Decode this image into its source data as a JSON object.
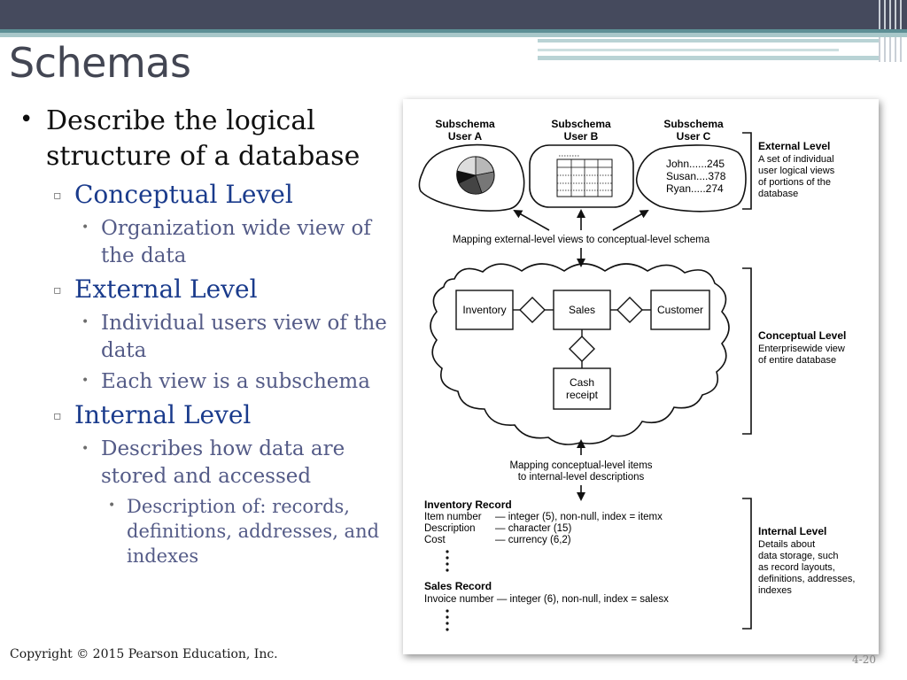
{
  "title": "Schemas",
  "bullets": {
    "b1_line1": "Describe the logical",
    "b1_line2": "structure of a database",
    "conceptual": "Conceptual Level",
    "conceptual_sub_line1": "Organization wide view of",
    "conceptual_sub_line2": "the data",
    "external": "External Level",
    "external_sub1_line1": "Individual users view of the",
    "external_sub1_line2": "data",
    "external_sub2": "Each view is a subschema",
    "internal": "Internal Level",
    "internal_sub_line1": "Describes how data are",
    "internal_sub_line2": "stored and accessed",
    "internal_subsub_line1": "Description of: records,",
    "internal_subsub_line2": "definitions, addresses, and",
    "internal_subsub_line3": "indexes"
  },
  "figure": {
    "subschema_a_1": "Subschema",
    "subschema_a_2": "User A",
    "subschema_b_1": "Subschema",
    "subschema_b_2": "User B",
    "subschema_c_1": "Subschema",
    "subschema_c_2": "User C",
    "user_c_line1": "John......245",
    "user_c_line2": "Susan....378",
    "user_c_line3": "Ryan.....274",
    "mapping_external": "Mapping external-level views to conceptual-level schema",
    "entity_inventory": "Inventory",
    "entity_sales": "Sales",
    "entity_customer": "Customer",
    "entity_cash_1": "Cash",
    "entity_cash_2": "receipt",
    "mapping_internal_1": "Mapping conceptual-level items",
    "mapping_internal_2": "to internal-level descriptions",
    "inv_record_title": "Inventory Record",
    "inv_row1_name": "Item number",
    "inv_row1_desc": "— integer (5), non-null, index = itemx",
    "inv_row2_name": "Description",
    "inv_row2_desc": "— character (15)",
    "inv_row3_name": "Cost",
    "inv_row3_desc": "— currency (6,2)",
    "sales_record_title": "Sales Record",
    "sales_row1": "Invoice number  — integer (6), non-null, index = salesx",
    "ext_level_title": "External Level",
    "ext_level_d1": "A set of individual",
    "ext_level_d2": "user logical views",
    "ext_level_d3": "of portions of the",
    "ext_level_d4": "database",
    "conc_level_title": "Conceptual Level",
    "conc_level_d1": "Enterprisewide view",
    "conc_level_d2": "of entire database",
    "int_level_title": "Internal Level",
    "int_level_d1": "Details about",
    "int_level_d2": "data storage, such",
    "int_level_d3": "as record layouts,",
    "int_level_d4": "definitions, addresses,",
    "int_level_d5": "indexes"
  },
  "footer": {
    "copyright": "Copyright © 2015 Pearson Education, Inc.",
    "page": "4-20"
  }
}
